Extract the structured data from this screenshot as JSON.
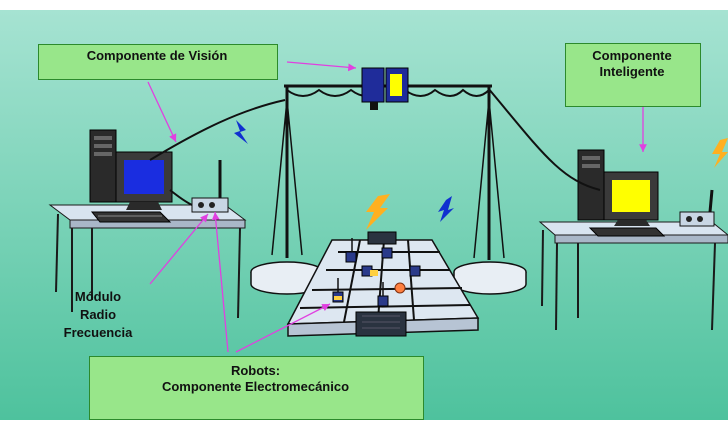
{
  "colors": {
    "background_top": "#a6e3d2",
    "background_bottom": "#4ec29d",
    "label_box_fill": "#98e68a",
    "label_box_border": "#2c8a2c",
    "arrow_color": "#e040e0",
    "lightning_color": "#ffb020",
    "wireless_color": "#1030d0",
    "monitor_left_screen": "#1a2de0",
    "monitor_right_screen": "#ffff00",
    "camera_blue": "#1f2c9a",
    "camera_yellow": "#ffff00"
  },
  "labels": {
    "vision": "Componente de Visión",
    "intelligent": [
      "Componente",
      "Inteligente"
    ],
    "radio": [
      "Módulo",
      "Radio",
      "Frecuencia"
    ],
    "robots": [
      "Robots:",
      "Componente Electromecánico"
    ]
  },
  "icons": [
    "computer-left-icon",
    "computer-right-icon",
    "camera-icon",
    "radio-module-icon",
    "wireless-signal-icon",
    "robot-icon",
    "ball-icon",
    "soccer-field-icon"
  ]
}
